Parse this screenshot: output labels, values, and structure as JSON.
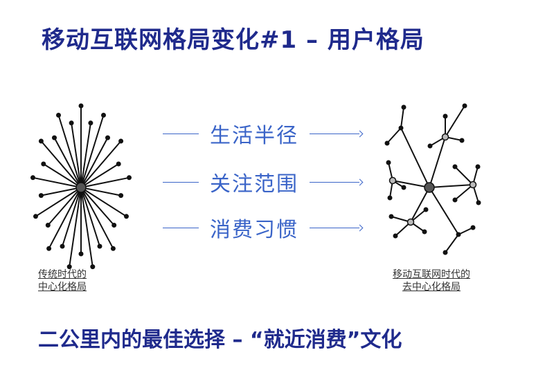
{
  "title": "移动互联网格局变化#1 – 用户格局",
  "left_caption": {
    "line1": "传统时代的",
    "line2": "中心化格局"
  },
  "right_caption": {
    "line1": "移动互联网时代的",
    "line2": "去中心化格局"
  },
  "middle_labels": [
    "生活半径",
    "关注范围",
    "消费习惯"
  ],
  "footer": "二公里内的最佳选择 – “就近消费”文化",
  "colors": {
    "title": "#1f2a8c",
    "accent": "#3a64c8",
    "node": "#111111",
    "hub": "#555555"
  }
}
